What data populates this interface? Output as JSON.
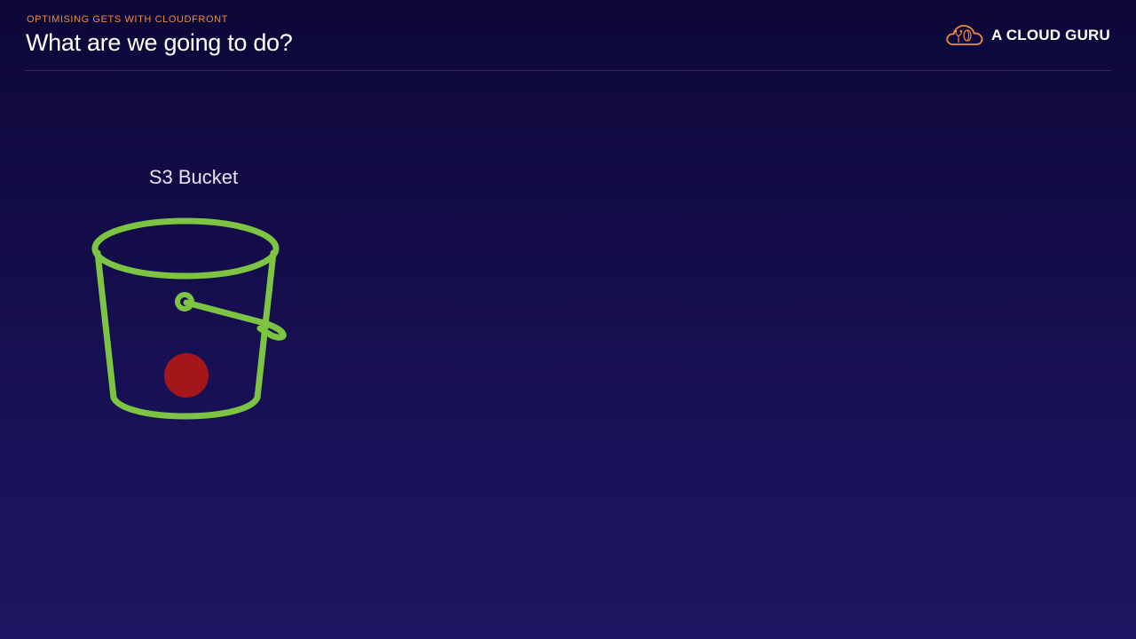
{
  "header": {
    "kicker": "OPTIMISING GETS WITH CLOUDFRONT",
    "title": "What are we going to do?"
  },
  "brand": {
    "name": "A CLOUD GURU",
    "icon": "cloud-logo-icon",
    "color": "#f08a3c"
  },
  "diagram": {
    "bucket": {
      "label": "S3 Bucket",
      "icon": "s3-bucket-icon",
      "stroke_color": "#7dc443",
      "object_color": "#a5161b"
    }
  }
}
